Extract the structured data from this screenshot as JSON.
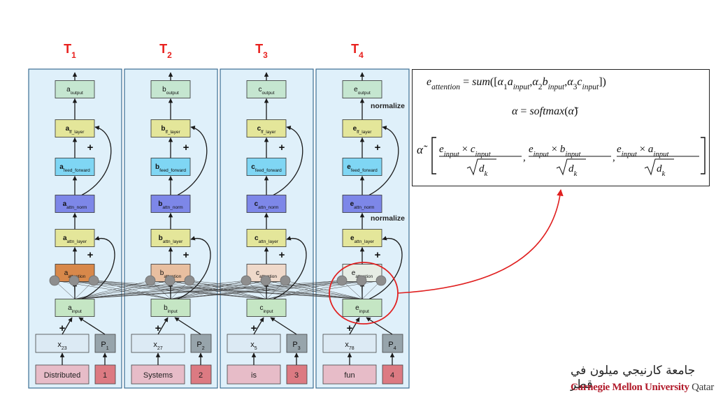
{
  "time_steps": [
    {
      "T": "T",
      "sub": "1",
      "letter": "a",
      "word": "Distributed",
      "pos_index": "1",
      "x_label": "x",
      "x_sub": "23",
      "p_sub": "1"
    },
    {
      "T": "T",
      "sub": "2",
      "letter": "b",
      "word": "Systems",
      "pos_index": "2",
      "x_label": "x",
      "x_sub": "27",
      "p_sub": "2"
    },
    {
      "T": "T",
      "sub": "3",
      "letter": "c",
      "word": "is",
      "pos_index": "3",
      "x_label": "x",
      "x_sub": "5",
      "p_sub": "3"
    },
    {
      "T": "T",
      "sub": "4",
      "letter": "e",
      "word": "fun",
      "pos_index": "4",
      "x_label": "x",
      "x_sub": "78",
      "p_sub": "4"
    }
  ],
  "layers": [
    {
      "key": "output",
      "sub": "output"
    },
    {
      "key": "ff_layer",
      "sub": "ff_layer"
    },
    {
      "key": "feed_forward",
      "sub": "feed_forward"
    },
    {
      "key": "attn_norm",
      "sub": "attn_norm"
    },
    {
      "key": "attn_layer",
      "sub": "attn_layer"
    },
    {
      "key": "attention",
      "sub": "attention"
    },
    {
      "key": "input",
      "sub": "input"
    }
  ],
  "p_label": "P",
  "plus_sign": "+",
  "normalize_labels": [
    "normalize",
    "normalize"
  ],
  "colors": {
    "panel_fill": "#dff0fa",
    "panel_stroke": "#3b6d92",
    "output": "#c5e6d0",
    "ff_layer": "#e4e69a",
    "feed_forward": "#7fd6f4",
    "attn_norm": "#7d87e8",
    "attn_layer": "#e4e69a",
    "input": "#c5e6c4",
    "x_box": "#dceaf4",
    "p_box": "#97a4ab",
    "word_box": "#e7bcc8",
    "index_box": "#dc7a82",
    "attention_by_step": [
      "#d8884a",
      "#e8bfa0",
      "#efd9ca",
      "#e6ece4"
    ],
    "t_label": "#e8211e",
    "highlight": "#e02020",
    "node": "#8e8e8e"
  },
  "formula": {
    "line1": {
      "lhs_base": "e",
      "lhs_sub": "attention",
      "eq": " = ",
      "fn": "sum",
      "open": "([",
      "terms": [
        {
          "coef": "α",
          "coef_sub": "1",
          "var": "a",
          "var_sub": "input"
        },
        {
          "coef": "α",
          "coef_sub": "2",
          "var": "b",
          "var_sub": "input"
        },
        {
          "coef": "α",
          "coef_sub": "3",
          "var": "c",
          "var_sub": "input"
        }
      ],
      "sep": ",",
      "close": "])"
    },
    "line2": {
      "lhs": "α",
      "eq": " = ",
      "fn": "softmax",
      "arg_open": "(",
      "arg": "α̃",
      "arg_close": ")"
    },
    "line3": {
      "lhs": "α̃",
      "fractions": [
        {
          "num_a": "e",
          "num_a_sub": "input",
          "times": " × ",
          "num_b": "c",
          "num_b_sub": "input",
          "den": "d",
          "den_sub": "k"
        },
        {
          "num_a": "e",
          "num_a_sub": "input",
          "times": " × ",
          "num_b": "b",
          "num_b_sub": "input",
          "den": "d",
          "den_sub": "k"
        },
        {
          "num_a": "e",
          "num_a_sub": "input",
          "times": " × ",
          "num_b": "a",
          "num_b_sub": "input",
          "den": "d",
          "den_sub": "k"
        }
      ],
      "comma": ","
    }
  },
  "logo": {
    "arabic": "جامعة كارنيجي ميلون في قطر",
    "english_main": "Carnegie Mellon University",
    "english_suffix": " Qatar"
  }
}
